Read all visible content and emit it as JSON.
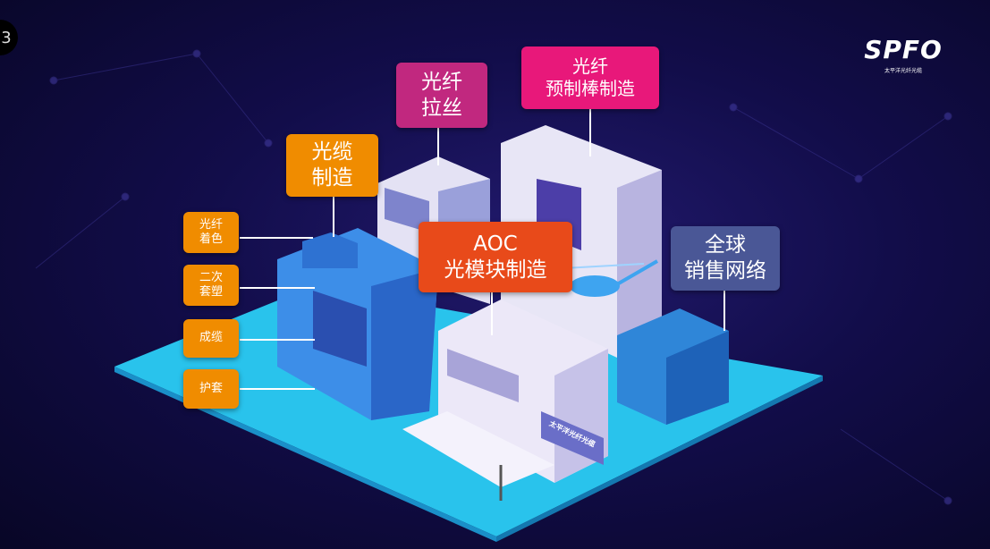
{
  "page_number": "3",
  "logo": {
    "brand": "SPFO",
    "subtitle": "太平洋光纤光缆"
  },
  "sign_text": "太平洋光纤光缆",
  "labels": {
    "fiber_drawing": [
      "光纤",
      "拉丝"
    ],
    "preform": [
      "光纤",
      "预制棒制造"
    ],
    "cable_mfg": [
      "光缆",
      "制造"
    ],
    "aoc": [
      "AOC",
      "光模块制造"
    ],
    "sales": [
      "全球",
      "销售网络"
    ]
  },
  "process_steps": [
    [
      "光纤",
      "着色"
    ],
    [
      "二次",
      "套塑"
    ],
    [
      "成缆"
    ],
    [
      "护套"
    ]
  ],
  "colors": {
    "fiber_drawing": "#c1287f",
    "preform": "#e8187a",
    "cable_mfg": "#f08c00",
    "aoc": "#e84a1a",
    "sales": "#4a5796",
    "platform": "#28c4ec"
  }
}
